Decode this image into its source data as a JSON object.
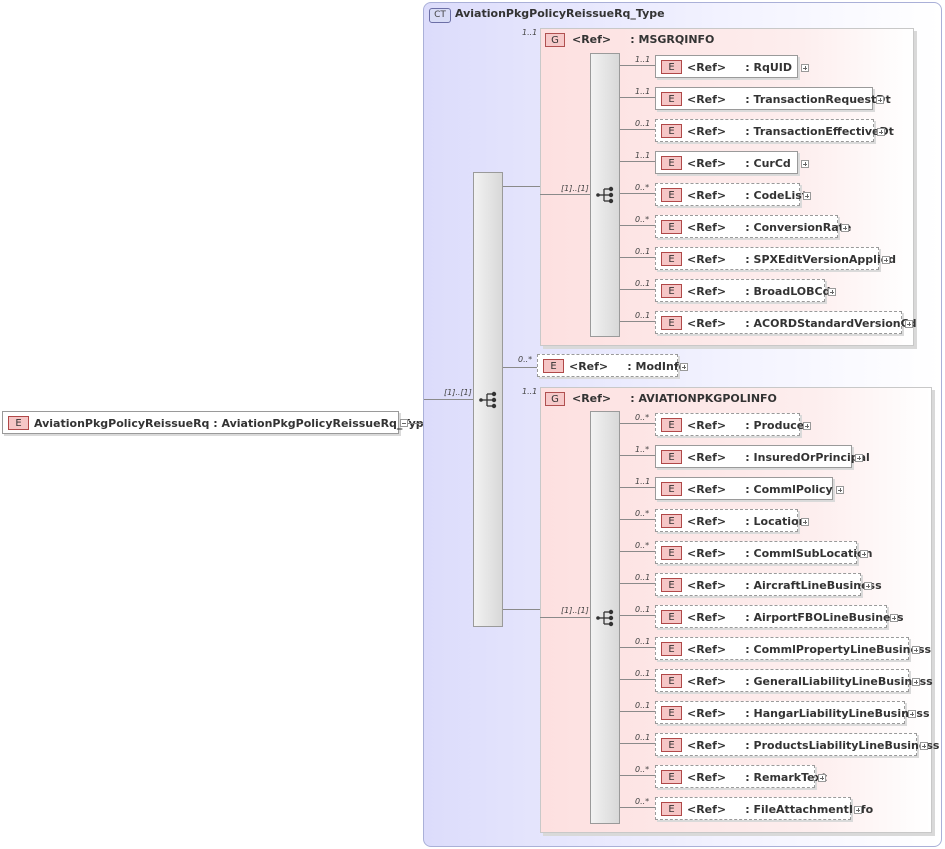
{
  "root": {
    "badge": "E",
    "label": "AviationPkgPolicyReissueRq : AviationPkgPolicyReissueRq_Type"
  },
  "complex_type": {
    "badge": "CT",
    "title": "AviationPkgPolicyReissueRq_Type"
  },
  "main_sequence": {
    "cardinality": "[1]..[1]"
  },
  "msgrq": {
    "cardinality": "1..1",
    "badge": "G",
    "label": "<Ref>     : MSGRQINFO",
    "seq_cardinality": "[1]..[1]",
    "elements": [
      {
        "card": "1..1",
        "label": "<Ref>     : RqUID",
        "optional": false
      },
      {
        "card": "1..1",
        "label": "<Ref>     : TransactionRequestDt",
        "optional": false
      },
      {
        "card": "0..1",
        "label": "<Ref>     : TransactionEffectiveDt",
        "optional": true
      },
      {
        "card": "1..1",
        "label": "<Ref>     : CurCd",
        "optional": false
      },
      {
        "card": "0..*",
        "label": "<Ref>     : CodeList",
        "optional": true
      },
      {
        "card": "0..*",
        "label": "<Ref>     : ConversionRate",
        "optional": true
      },
      {
        "card": "0..1",
        "label": "<Ref>     : SPXEditVersionApplied",
        "optional": true
      },
      {
        "card": "0..1",
        "label": "<Ref>     : BroadLOBCd",
        "optional": true
      },
      {
        "card": "0..1",
        "label": "<Ref>     : ACORDStandardVersionCd",
        "optional": true
      }
    ]
  },
  "modinfo": {
    "card": "0..*",
    "label": "<Ref>     : ModInfo",
    "optional": true
  },
  "polinfo": {
    "cardinality": "1..1",
    "badge": "G",
    "label": "<Ref>     : AVIATIONPKGPOLINFO",
    "seq_cardinality": "[1]..[1]",
    "elements": [
      {
        "card": "0..*",
        "label": "<Ref>     : Producer",
        "optional": true
      },
      {
        "card": "1..*",
        "label": "<Ref>     : InsuredOrPrincipal",
        "optional": false
      },
      {
        "card": "1..1",
        "label": "<Ref>     : CommlPolicy",
        "optional": false
      },
      {
        "card": "0..*",
        "label": "<Ref>     : Location",
        "optional": true
      },
      {
        "card": "0..*",
        "label": "<Ref>     : CommlSubLocation",
        "optional": true
      },
      {
        "card": "0..1",
        "label": "<Ref>     : AircraftLineBusiness",
        "optional": true
      },
      {
        "card": "0..1",
        "label": "<Ref>     : AirportFBOLineBusiness",
        "optional": true
      },
      {
        "card": "0..1",
        "label": "<Ref>     : CommlPropertyLineBusiness",
        "optional": true
      },
      {
        "card": "0..1",
        "label": "<Ref>     : GeneralLiabilityLineBusiness",
        "optional": true
      },
      {
        "card": "0..1",
        "label": "<Ref>     : HangarLiabilityLineBusiness",
        "optional": true
      },
      {
        "card": "0..1",
        "label": "<Ref>     : ProductsLiabilityLineBusiness",
        "optional": true
      },
      {
        "card": "0..*",
        "label": "<Ref>     : RemarkText",
        "optional": true
      },
      {
        "card": "0..*",
        "label": "<Ref>     : FileAttachmentInfo",
        "optional": true
      }
    ]
  }
}
